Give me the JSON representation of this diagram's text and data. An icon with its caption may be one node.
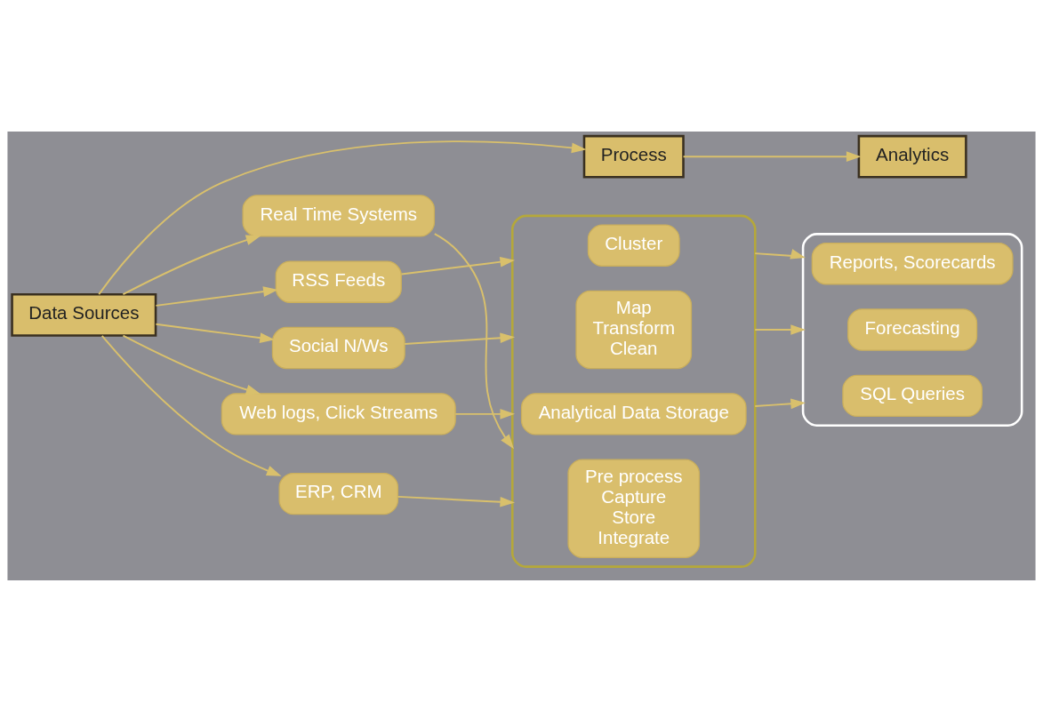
{
  "diagram": {
    "nodes": [
      {
        "text": [
          "Data Sources"
        ]
      },
      {
        "text": [
          "Process"
        ]
      },
      {
        "text": [
          "Analytics"
        ]
      },
      {
        "text": [
          "Real Time Systems"
        ]
      },
      {
        "text": [
          "RSS Feeds"
        ]
      },
      {
        "text": [
          "Social N/Ws"
        ]
      },
      {
        "text": [
          "Web logs, Click Streams"
        ]
      },
      {
        "text": [
          "ERP, CRM"
        ]
      },
      {
        "text": [],
        "shape": "box"
      },
      {
        "text": [
          "Pre process",
          "Capture",
          "Store",
          "Integrate"
        ],
        "in": 8
      },
      {
        "text": [
          "Cluster"
        ],
        "in": 8
      },
      {
        "text": [
          "Map",
          "Transform",
          "Clean"
        ],
        "in": 8
      },
      {
        "text": [
          "Analytical Data Storage"
        ],
        "in": 8
      },
      {
        "text": [],
        "shape": "box"
      },
      {
        "text": [
          "Reports, Scorecards"
        ],
        "in": 13
      },
      {
        "text": [
          "Forecasting"
        ],
        "in": 13
      },
      {
        "text": [
          "SQL Queries"
        ],
        "in": 13
      }
    ],
    "edges": [
      {
        "from": 0,
        "to": 1,
        "arrow": "to"
      },
      {
        "from": 1,
        "to": 2,
        "arrow": "to"
      },
      {
        "from": 0,
        "to": 3,
        "arrow": "to"
      },
      {
        "from": 0,
        "to": 4,
        "arrow": "to"
      },
      {
        "from": 0,
        "to": 5,
        "arrow": "to"
      },
      {
        "from": 0,
        "to": 6,
        "arrow": "to"
      },
      {
        "from": 0,
        "to": 7,
        "arrow": "to"
      },
      {
        "from": 3,
        "to": 8,
        "arrow": "to"
      },
      {
        "from": 4,
        "to": 8,
        "arrow": "to"
      },
      {
        "from": 5,
        "to": 8,
        "arrow": "to"
      },
      {
        "from": 6,
        "to": 8,
        "arrow": "to"
      },
      {
        "from": 7,
        "to": 8,
        "arrow": "to"
      },
      {
        "from": 8,
        "to": 13,
        "arrow": "to"
      },
      {
        "from": 8,
        "to": 13,
        "arrow": "to"
      },
      {
        "from": 8,
        "to": 13,
        "arrow": "to"
      }
    ]
  }
}
